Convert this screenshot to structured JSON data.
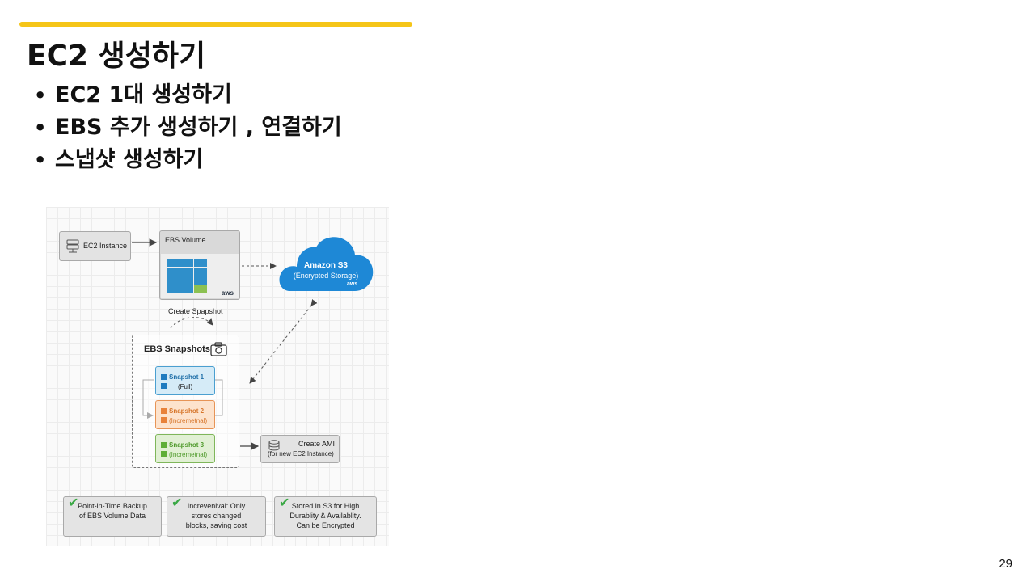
{
  "slide": {
    "title": "EC2 생성하기",
    "bullets": [
      "EC2 1대 생성하기",
      "EBS 추가 생성하기 , 연결하기",
      "스냅샷 생성하기"
    ],
    "page_number": "29"
  },
  "diagram": {
    "ec2_label": "EC2 Instance",
    "ebs_volume_label": "EBS Volume",
    "aws_logo": "aws",
    "cloud_title": "Amazon S3",
    "cloud_subtitle": "(Encrypted Storage)",
    "create_snapshot_label": "Create Spapshot",
    "snapshots_title": "EBS Snapshots",
    "snapshots": [
      {
        "name": "Snapshot 1",
        "kind": "(Full)"
      },
      {
        "name": "Snapshot 2",
        "kind": "(Incremetnal)"
      },
      {
        "name": "Snapshot 3",
        "kind": "(Incremetnal)"
      }
    ],
    "ami": {
      "line1": "Create AMI",
      "line2": "(for new EC2 Instance)"
    },
    "notes": [
      {
        "lines": [
          "Point-in-Time Backup",
          "of EBS Volume Data"
        ]
      },
      {
        "lines": [
          "Increvenival: Only",
          "stores changed",
          "blocks, saving cost"
        ]
      },
      {
        "lines": [
          "Stored in S3 for High",
          "Durablity & Availablity.",
          "Can be Encrypted"
        ]
      }
    ],
    "colors": {
      "accent": "#f5c518",
      "cloud": "#1e88d6",
      "full": "#1f7bbf",
      "incremental_1": "#e8823a",
      "incremental_2": "#5fae37",
      "check": "#3aa845"
    }
  }
}
